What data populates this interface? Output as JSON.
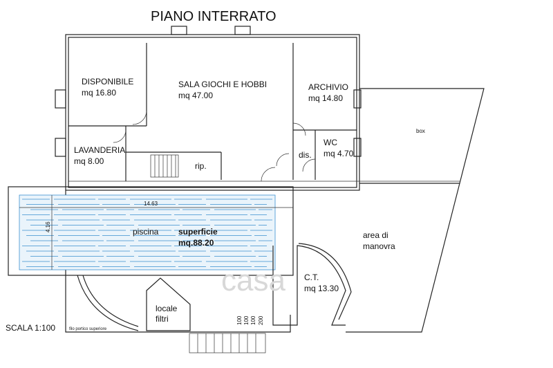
{
  "title": "PIANO INTERRATO",
  "scale": "SCALA 1:100",
  "rooms": [
    {
      "id": "disponibile",
      "name": "DISPONIBILE",
      "area": "mq 16.80"
    },
    {
      "id": "sala",
      "name": "SALA GIOCHI E HOBBI",
      "area": "mq 47.00"
    },
    {
      "id": "archivio",
      "name": "ARCHIVIO",
      "area": "mq 14.80"
    },
    {
      "id": "lavanderia",
      "name": "LAVANDERIA",
      "area": "mq 8.00"
    },
    {
      "id": "wc",
      "name": "WC",
      "area": "mq 4.70"
    },
    {
      "id": "ct",
      "name": "C.T.",
      "area": "mq 13.30"
    }
  ],
  "labels": {
    "box": "box",
    "rip": "rip.",
    "dis": "dis.",
    "piscina": "piscina",
    "superficie": "superficie",
    "superficie_val": "mq.88.20",
    "area_di": "area di",
    "manovra": "manovra",
    "locale": "locale",
    "filtri": "filtri",
    "filo": "filo portico superiore",
    "dim_length": "14.63",
    "dim_width": "4.16",
    "dims_small": [
      "100",
      "100",
      "100",
      "200"
    ],
    "watermark": "casa"
  },
  "colors": {
    "wall": "#222222",
    "pool": "#3a8fd0",
    "watermark": "#d8d8d8"
  }
}
